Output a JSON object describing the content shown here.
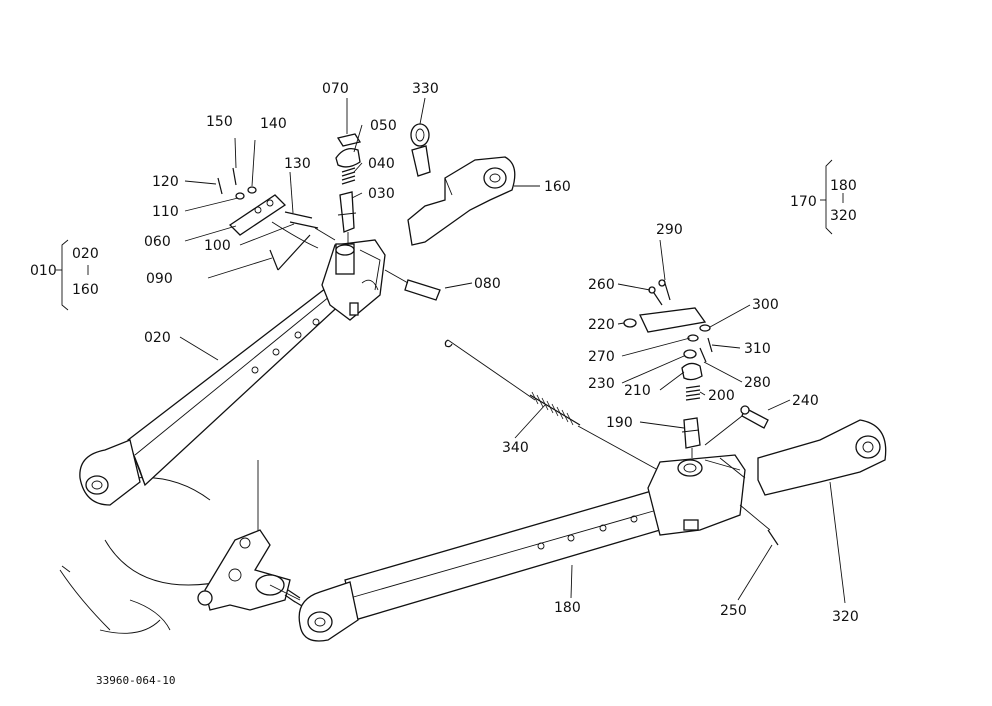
{
  "labels": {
    "l010": "010",
    "l020": "020",
    "l030": "030",
    "l040": "040",
    "l050": "050",
    "l060": "060",
    "l070": "070",
    "l080": "080",
    "l090": "090",
    "l100": "100",
    "l110": "110",
    "l120": "120",
    "l130": "130",
    "l140": "140",
    "l150": "150",
    "l160": "160",
    "l170": "170",
    "l180": "180",
    "l190": "190",
    "l200": "200",
    "l210": "210",
    "l220": "220",
    "l230": "230",
    "l240": "240",
    "l250": "250",
    "l260": "260",
    "l270": "270",
    "l280": "280",
    "l290": "290",
    "l300": "300",
    "l310": "310",
    "l320": "320",
    "l330": "330",
    "l340": "340",
    "b010_top": "020",
    "b010_bot": "160",
    "b170_top": "180",
    "b170_bot": "320",
    "l020_arm": "020",
    "l160_bot": "160",
    "l180_arm": "180",
    "l320_arm": "320"
  },
  "reference_code": "33960-064-10"
}
